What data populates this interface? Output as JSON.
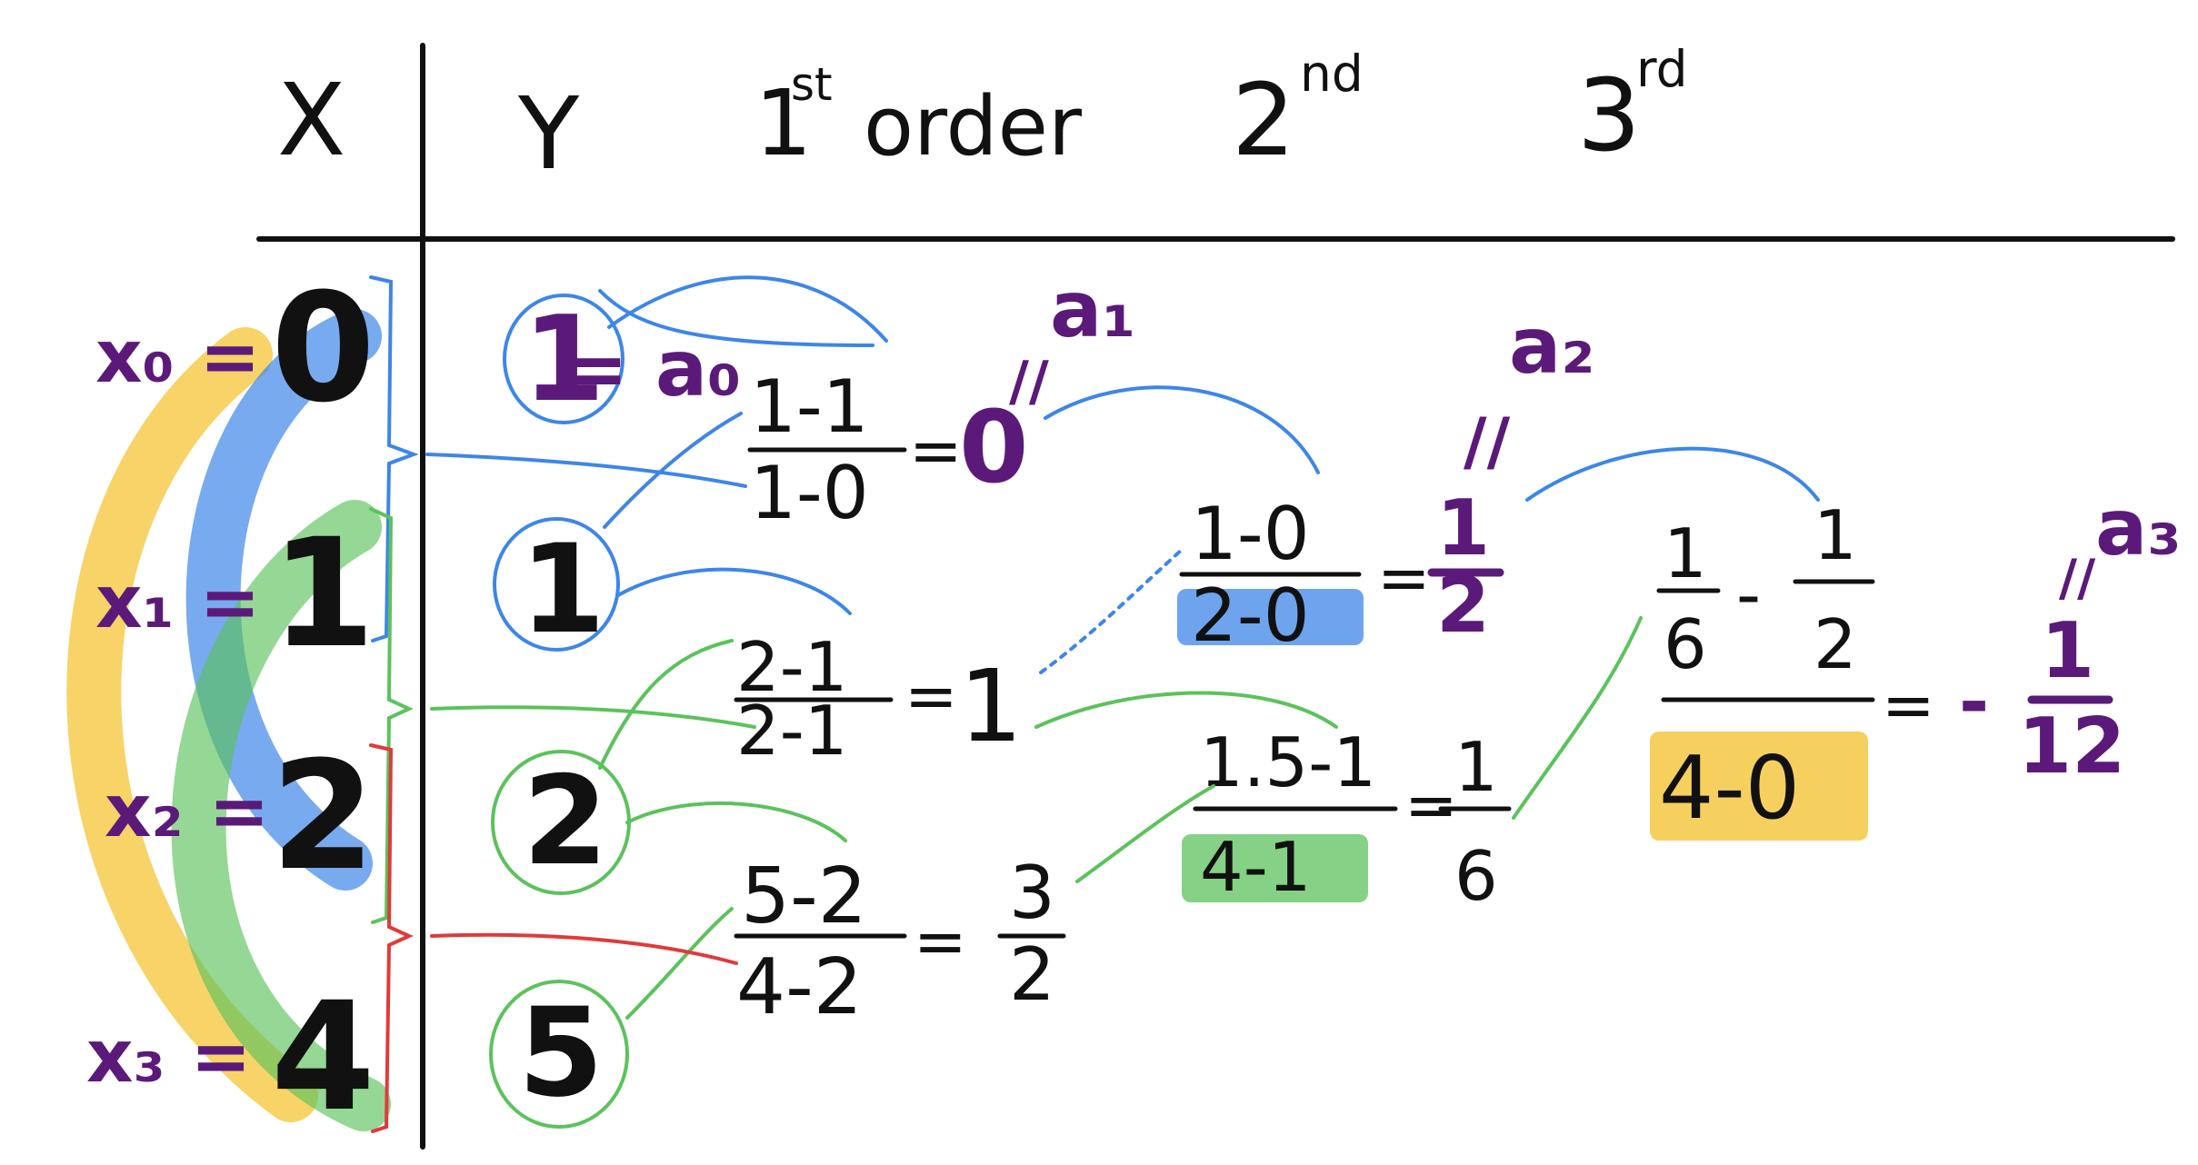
{
  "header": {
    "x": "X",
    "y": "Y",
    "first_order_num": "1",
    "first_order_sup": "st",
    "first_order_word": "order",
    "second_num": "2",
    "second_sup": "nd",
    "third_num": "3",
    "third_sup": "rd"
  },
  "x_labels": [
    "x₀ =",
    "x₁ =",
    "x₂ =",
    "x₃ ="
  ],
  "x_values": [
    "0",
    "1",
    "2",
    "4"
  ],
  "y_values": [
    "1",
    "1",
    "2",
    "5"
  ],
  "a0_label": "= a₀",
  "first_order": [
    {
      "num": "1-1",
      "den": "1-0",
      "result": "0"
    },
    {
      "num": "2-1",
      "den": "2-1",
      "result": "1"
    },
    {
      "num": "5-2",
      "den": "4-2",
      "result_num": "3",
      "result_den": "2"
    }
  ],
  "a1_label": "a₁",
  "second_order": [
    {
      "num": "1-0",
      "den": "2-0",
      "result_num": "1",
      "result_den": "2"
    },
    {
      "num": "1.5-1",
      "den": "4-1",
      "result_num": "1",
      "result_den": "6"
    }
  ],
  "a2_label": "a₂",
  "third_order": {
    "num_a_num": "1",
    "num_a_den": "6",
    "minus": "-",
    "num_b_num": "1",
    "num_b_den": "2",
    "den": "4-0",
    "result_sign": "-",
    "result_num": "1",
    "result_den": "12"
  },
  "a3_label": "a₃",
  "equals": "=",
  "equivalence_mark": "//",
  "colors": {
    "purple": "#5b1a7a",
    "blue": "#3d86e8",
    "green": "#5cc25c",
    "red": "#e03a3a",
    "yellow": "#f5c842"
  }
}
